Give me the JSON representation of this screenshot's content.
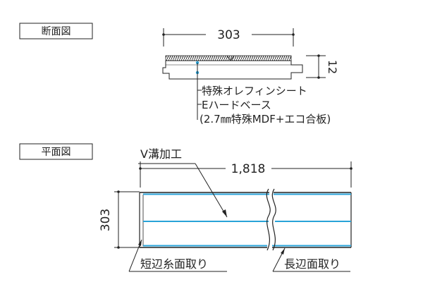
{
  "section": {
    "label": "断面図",
    "width_dim": "303",
    "thickness_dim": "12",
    "callouts": [
      "特殊オレフィンシート",
      "Eハードベース",
      "(2.7㎜特殊MDF+エコ合板)"
    ]
  },
  "plan": {
    "label": "平面図",
    "groove_label": "V溝加工",
    "length_dim": "1,818",
    "width_dim": "303",
    "short_edge_label": "短辺糸面取り",
    "long_edge_label": "長辺面取り"
  },
  "colors": {
    "accent_line": "#29a3d8",
    "ink": "#222222"
  }
}
